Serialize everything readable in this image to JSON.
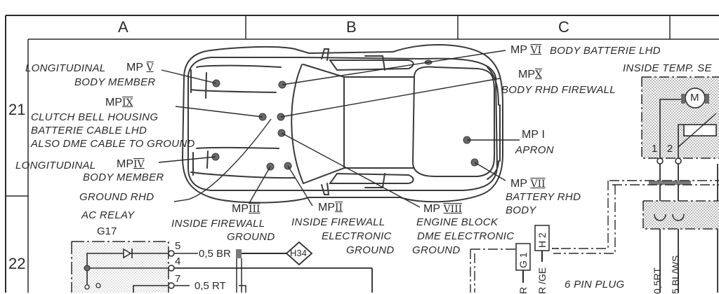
{
  "grid": {
    "columns": [
      "A",
      "B",
      "C"
    ],
    "rows": [
      "21",
      "22"
    ]
  },
  "ground_points": [
    {
      "id": "mp5",
      "mp": "MP",
      "roman": "V",
      "lines": [
        "LONGITUDINAL",
        "BODY MEMBER"
      ]
    },
    {
      "id": "mp9",
      "mp": "MP",
      "roman": "IX",
      "lines": [
        "CLUTCH BELL HOUSING",
        "BATTERIE CABLE LHD",
        "ALSO DME CABLE TO GROUND"
      ]
    },
    {
      "id": "mp4",
      "mp": "MP",
      "roman": "IV",
      "lines": [
        "LONGITUDINAL",
        "BODY MEMBER"
      ]
    },
    {
      "id": "ground_rhd",
      "lines": [
        "GROUND RHD"
      ]
    },
    {
      "id": "mp6",
      "mp": "MP",
      "roman": "VI",
      "lines": [
        "BODY BATTERIE LHD"
      ]
    },
    {
      "id": "mp10",
      "mp": "MP",
      "roman": "X",
      "lines": [
        "BODY RHD FIREWALL"
      ]
    },
    {
      "id": "mp1",
      "mp": "MP",
      "roman": "I",
      "lines": [
        "APRON"
      ]
    },
    {
      "id": "mp7",
      "mp": "MP",
      "roman": "VII",
      "lines": [
        "BATTERY RHD",
        "BODY"
      ]
    },
    {
      "id": "mp3",
      "mp": "MP",
      "roman": "III",
      "lines": [
        "INSIDE FIREWALL",
        "GROUND"
      ]
    },
    {
      "id": "mp2",
      "mp": "MP",
      "roman": "II",
      "lines": [
        "INSIDE FIREWALL",
        "ELECTRONIC",
        "GROUND"
      ]
    },
    {
      "id": "mp8",
      "mp": "MP",
      "roman": "VIII",
      "lines": [
        "ENGINE BLOCK",
        "DME ELECTRONIC",
        "GROUND"
      ]
    }
  ],
  "components": {
    "ac_relay": {
      "title": "AC RELAY",
      "code": "G17",
      "pins": [
        "5",
        "4",
        "7"
      ]
    },
    "inside_temp_sensor": {
      "title": "INSIDE TEMP. SE",
      "motor": "M",
      "pins": [
        "1",
        "2"
      ]
    },
    "connector_h34": "H34",
    "connector_g1": "G 1",
    "connector_h2": "H 2",
    "six_pin_plug": "6 PIN PLUG"
  },
  "wires": {
    "w1": "0,5 BR",
    "w2": "0,5 RT",
    "w3": "R",
    "w4": "R /GE",
    "w5": "0,5RT",
    "w6": "5 BL/WS"
  },
  "colors": {
    "ink": "#2a2a2a",
    "paper": "#ffffff",
    "shade": "#c8c8c8"
  }
}
